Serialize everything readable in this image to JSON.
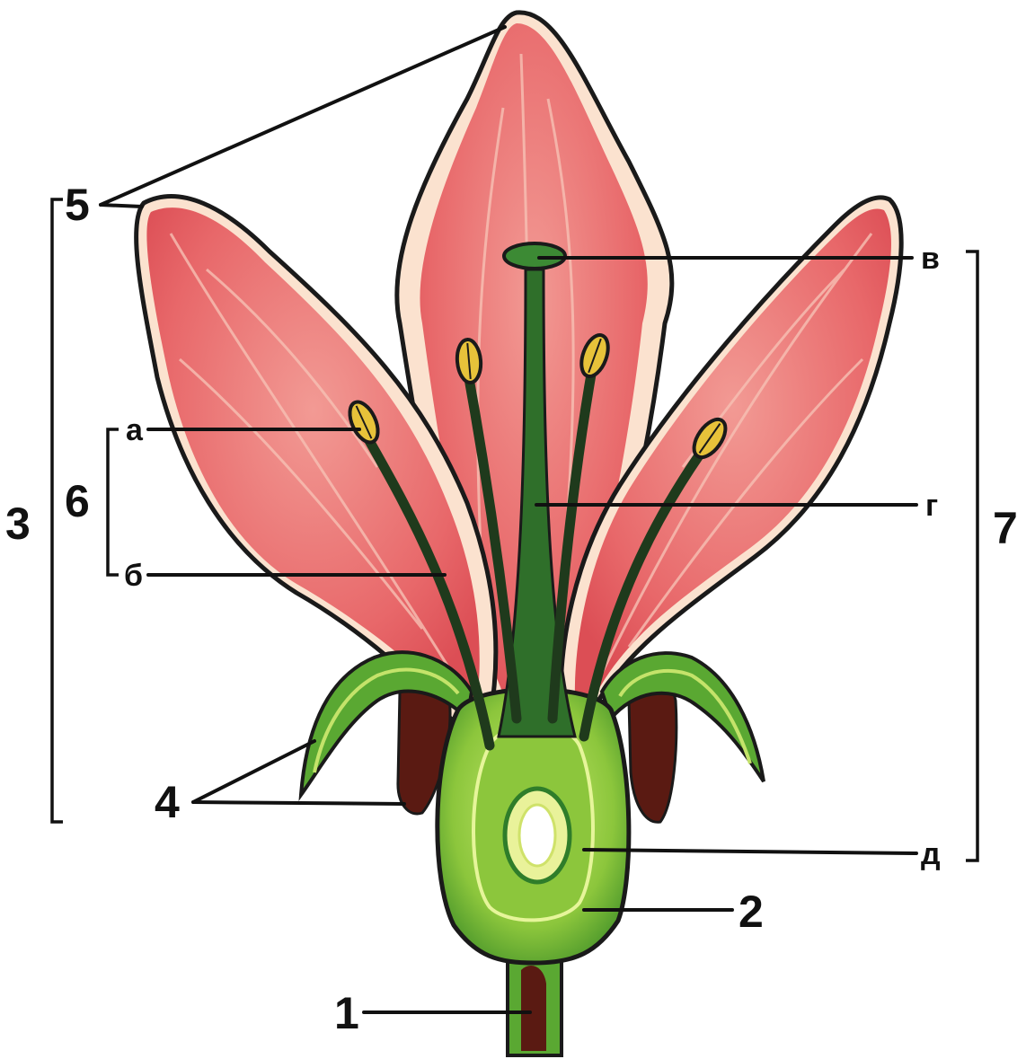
{
  "labels": {
    "n1": "1",
    "n2": "2",
    "n3": "3",
    "n4": "4",
    "n5": "5",
    "n6": "6",
    "n7": "7",
    "a": "а",
    "b": "б",
    "v": "в",
    "g": "г",
    "d": "д"
  },
  "colors": {
    "petal": "#e8686a",
    "petal_light": "#f4a3a0",
    "petal_edge": "#fbe2cf",
    "outline": "#1a1a1a",
    "sepal": "#5aa832",
    "sepal_light": "#a8d85a",
    "ovary": "#8cc63c",
    "ovary_dark": "#2f7d2a",
    "stem_dark": "#5a1a12",
    "anther": "#e7c23a",
    "filament": "#1f3a1c"
  }
}
